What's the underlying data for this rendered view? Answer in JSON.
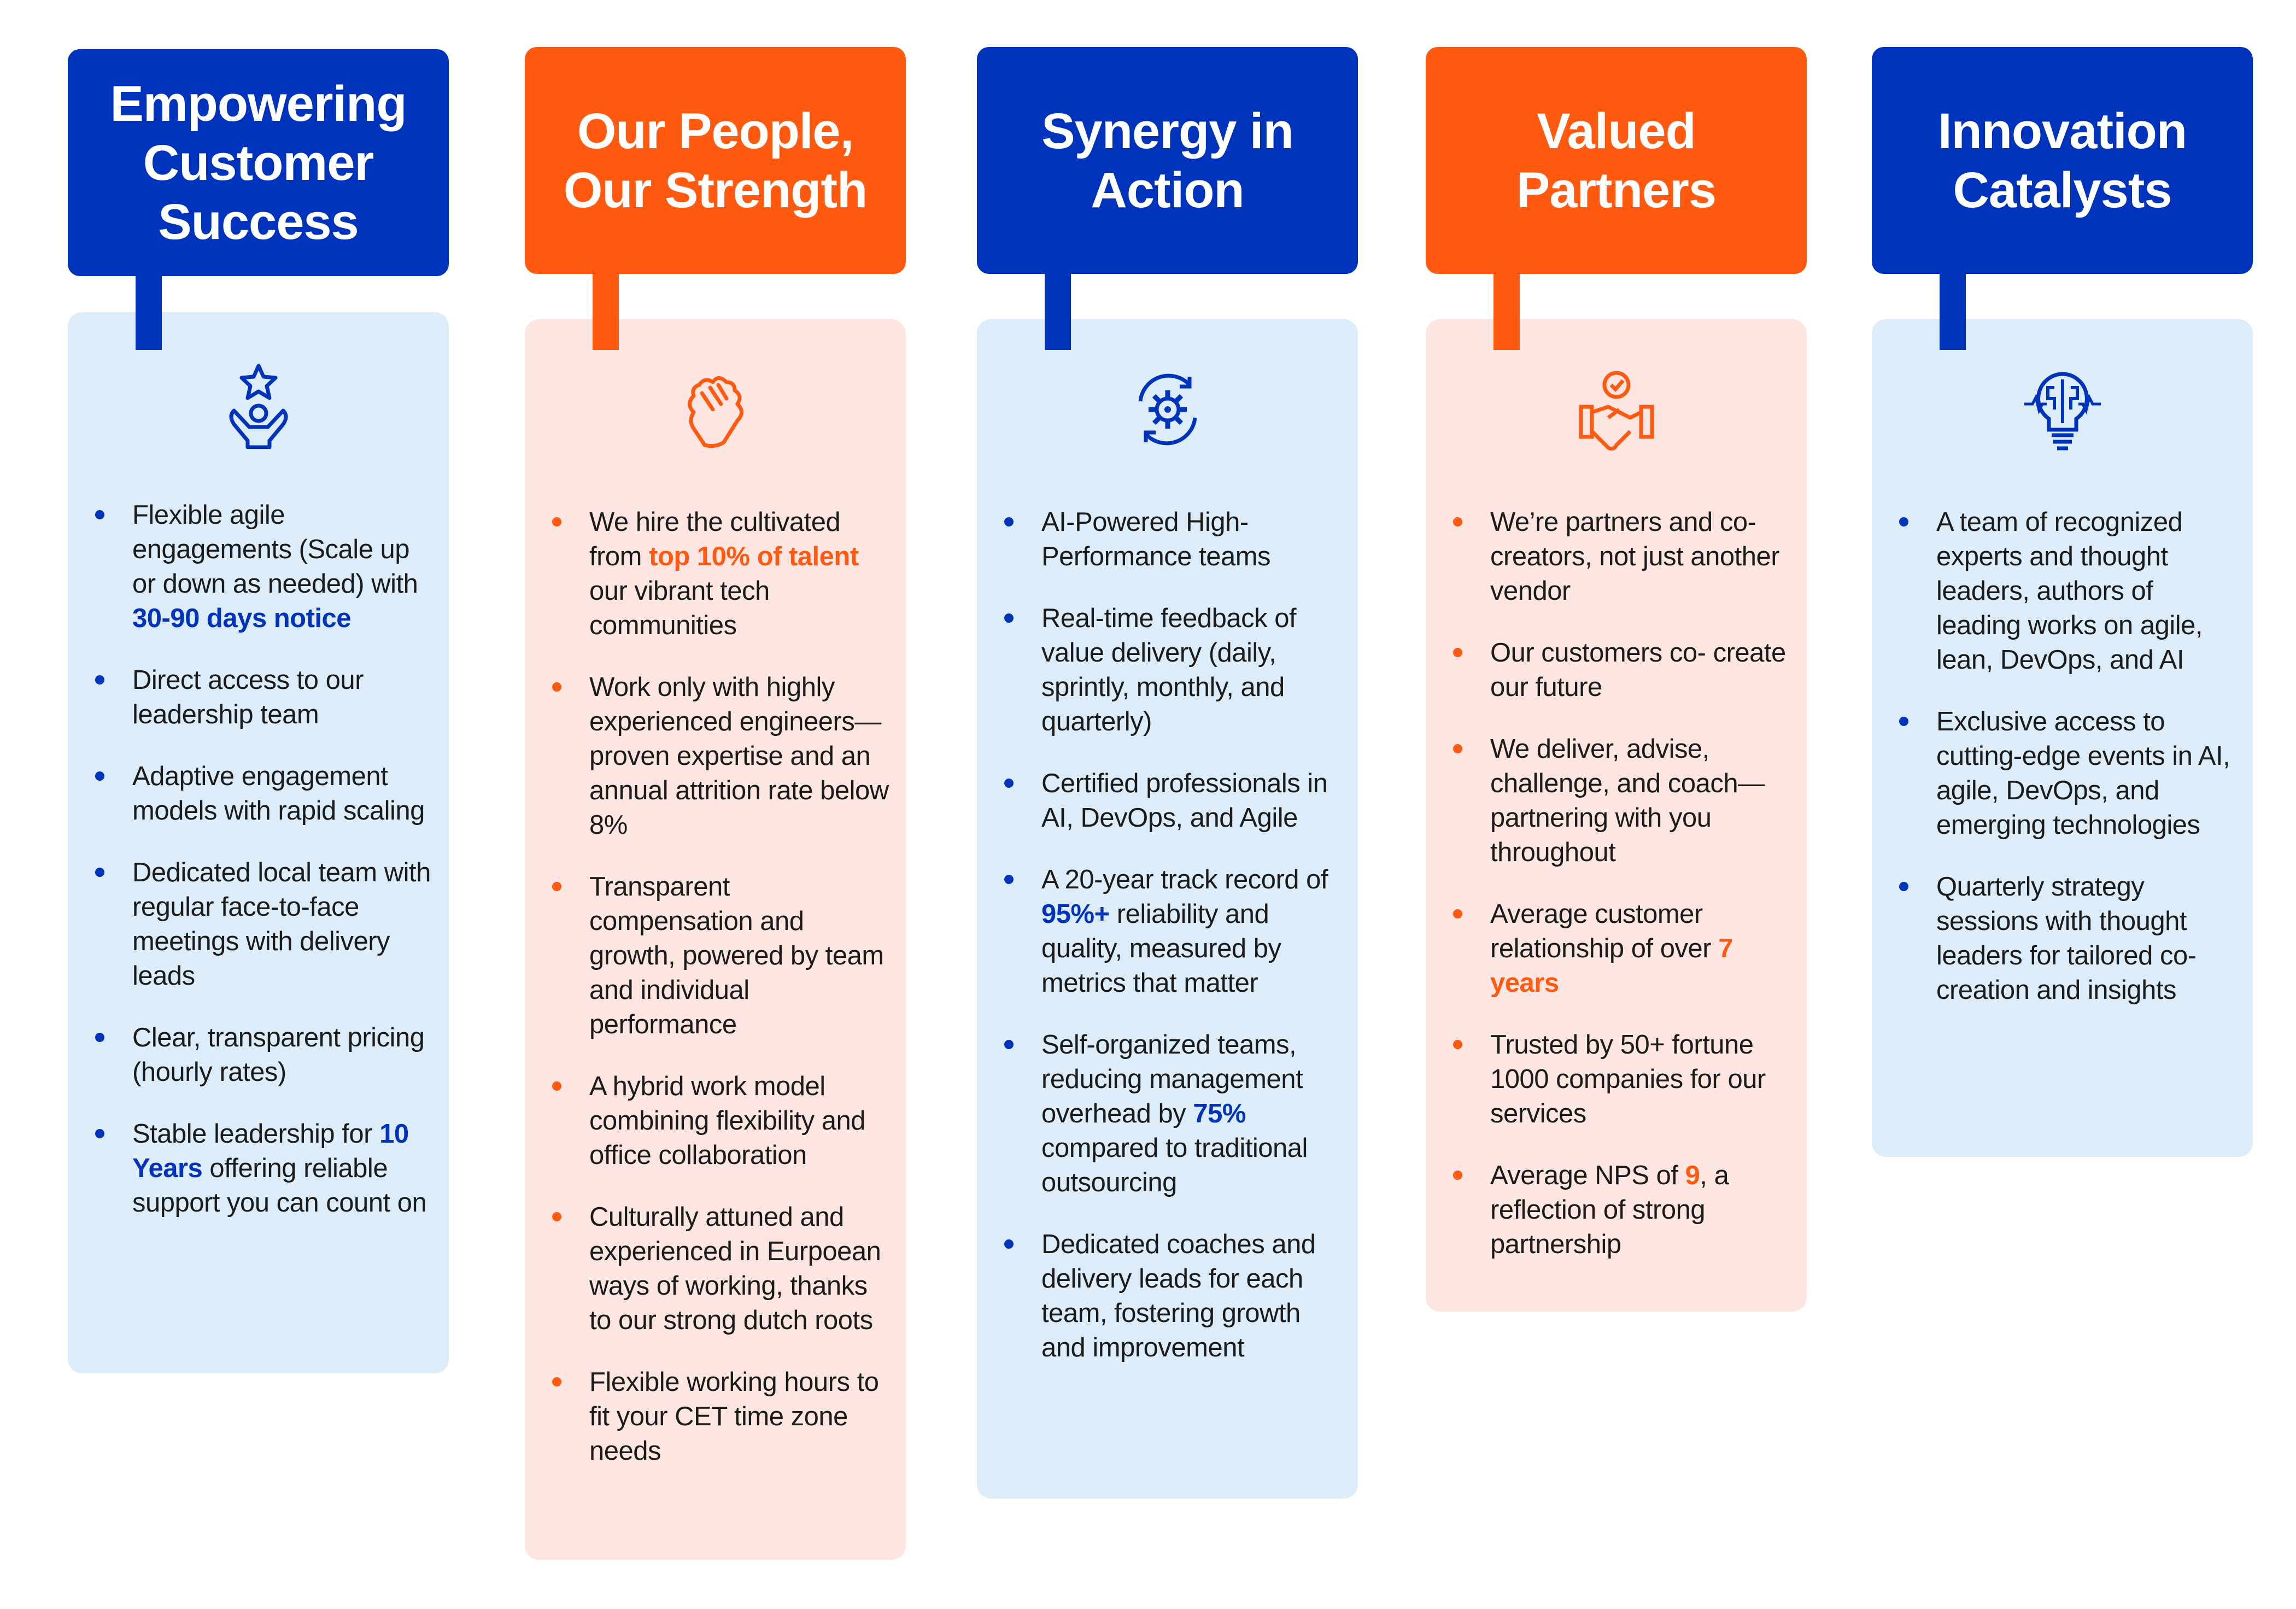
{
  "colors": {
    "blue": "#0033bb",
    "orange": "#ff5a10",
    "light_blue": "#dcecf9",
    "light_pink": "#fde6e2"
  },
  "columns": [
    {
      "title": "Empowering Customer Success",
      "theme": "blue",
      "icon": "star-person-icon",
      "items": [
        [
          {
            "text": "Flexible agile engagements (Scale up or down as needed) with "
          },
          {
            "text": "30-90 days notice",
            "em": true
          }
        ],
        [
          {
            "text": "Direct access to our leadership team"
          }
        ],
        [
          {
            "text": "Adaptive engagement models with rapid scaling"
          }
        ],
        [
          {
            "text": "Dedicated local team with regular face-to-face meetings with delivery leads"
          }
        ],
        [
          {
            "text": "Clear, transparent pricing (hourly rates)"
          }
        ],
        [
          {
            "text": "Stable leadership for "
          },
          {
            "text": "10 Years",
            "em": true
          },
          {
            "text": " offering reliable support you can count on"
          }
        ]
      ]
    },
    {
      "title": "Our People, Our Strength",
      "theme": "orange",
      "icon": "clasped-hands-icon",
      "items": [
        [
          {
            "text": "We hire the cultivated from "
          },
          {
            "text": "top 10% of talent",
            "em": true
          },
          {
            "text": " our vibrant tech communities"
          }
        ],
        [
          {
            "text": "Work only with highly experienced engineers—proven expertise and an annual attrition rate below 8%"
          }
        ],
        [
          {
            "text": "Transparent compensation and growth, powered by team and individual performance"
          }
        ],
        [
          {
            "text": "A hybrid work model combining flexibility and office collaboration"
          }
        ],
        [
          {
            "text": "Culturally attuned and experienced in Eurpoean ways of working, thanks to our strong dutch roots"
          }
        ],
        [
          {
            "text": "Flexible working hours to fit your CET time zone needs"
          }
        ]
      ]
    },
    {
      "title": "Synergy in Action",
      "theme": "blue",
      "icon": "gear-cycle-icon",
      "items": [
        [
          {
            "text": "AI-Powered High-Performance teams"
          }
        ],
        [
          {
            "text": "Real-time feedback of value delivery (daily, sprintly, monthly, and quarterly)"
          }
        ],
        [
          {
            "text": "Certified professionals in AI, DevOps, and Agile"
          }
        ],
        [
          {
            "text": "A 20-year track record of "
          },
          {
            "text": "95%+",
            "em": true
          },
          {
            "text": " reliability and quality, measured by metrics that matter"
          }
        ],
        [
          {
            "text": "Self-organized teams, reducing management overhead by "
          },
          {
            "text": "75%",
            "em": true
          },
          {
            "text": " compared to traditional outsourcing"
          }
        ],
        [
          {
            "text": "Dedicated coaches and delivery leads for each team, fostering growth and improvement"
          }
        ]
      ]
    },
    {
      "title": "Valued Partners",
      "theme": "orange",
      "icon": "handshake-check-icon",
      "items": [
        [
          {
            "text": "We’re partners and co-creators, not just another vendor"
          }
        ],
        [
          {
            "text": "Our customers co- create our future"
          }
        ],
        [
          {
            "text": "We deliver, advise, challenge, and coach—partnering with you throughout"
          }
        ],
        [
          {
            "text": "Average customer relationship of over "
          },
          {
            "text": "7 years",
            "em": true
          }
        ],
        [
          {
            "text": "Trusted by 50+ fortune 1000 companies for our services"
          }
        ],
        [
          {
            "text": "Average NPS of "
          },
          {
            "text": "9",
            "em": true
          },
          {
            "text": ", a reflection of strong partnership"
          }
        ]
      ]
    },
    {
      "title": "Innovation Catalysts",
      "theme": "blue",
      "icon": "brain-lightbulb-icon",
      "items": [
        [
          {
            "text": "A team of recognized experts and thought leaders, authors of leading works on agile, lean, DevOps, and AI"
          }
        ],
        [
          {
            "text": "Exclusive access to cutting-edge events in AI, agile, DevOps, and emerging technologies"
          }
        ],
        [
          {
            "text": "Quarterly strategy sessions with thought leaders for tailored co-creation and insights"
          }
        ]
      ]
    }
  ]
}
